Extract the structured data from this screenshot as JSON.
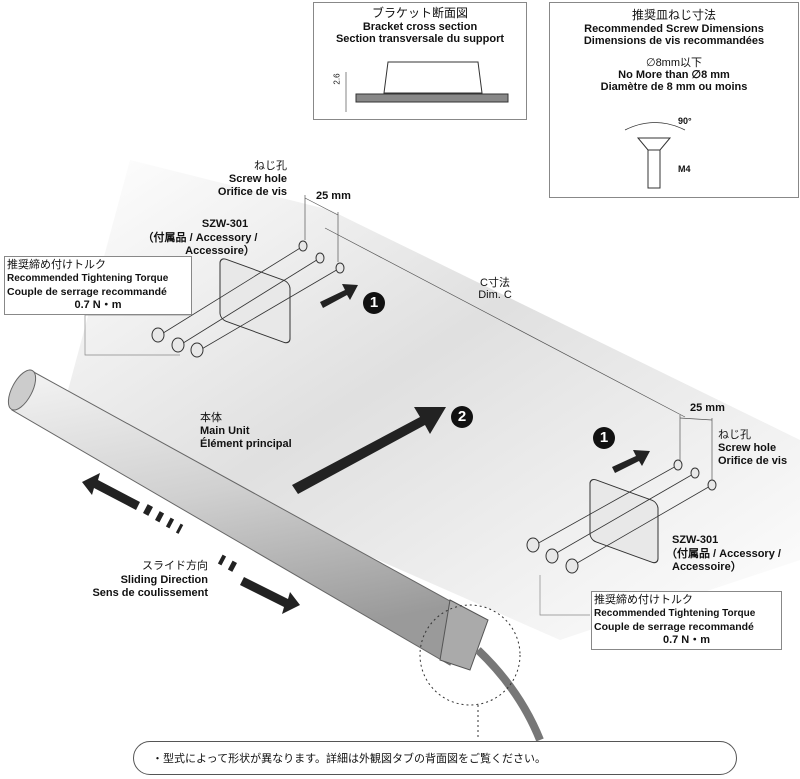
{
  "bracket_section": {
    "title_jp": "ブラケット断面図",
    "title_en": "Bracket cross section",
    "title_fr": "Section transversale du support",
    "dim": "2.6"
  },
  "screw_dims": {
    "title_jp": "推奨皿ねじ寸法",
    "title_en": "Recommended Screw Dimensions",
    "title_fr": "Dimensions de vis recommandées",
    "dia_jp": "∅8mm以下",
    "dia_en": "No More than ∅8 mm",
    "dia_fr": "Diamètre de 8 mm ou moins",
    "angle": "90°",
    "thread": "M4"
  },
  "left_bracket": {
    "hole_jp": "ねじ孔",
    "hole_en": "Screw hole",
    "hole_fr": "Orifice de vis",
    "pitch": "25 mm",
    "model": "SZW-301",
    "acc_line1": "（付属品 / Accessory /",
    "acc_line2": "Accessoire）",
    "step": "1"
  },
  "right_bracket": {
    "hole_jp": "ねじ孔",
    "hole_en": "Screw hole",
    "hole_fr": "Orifice de vis",
    "pitch": "25 mm",
    "model": "SZW-301",
    "acc_line1": "（付属品 / Accessory /",
    "acc_line2": "Accessoire）",
    "step": "1"
  },
  "torque_left": {
    "jp": "推奨締め付けトルク",
    "en": "Recommended Tightening Torque",
    "fr": "Couple de serrage recommandé",
    "value": "0.7 N・m"
  },
  "torque_right": {
    "jp": "推奨締め付けトルク",
    "en": "Recommended Tightening Torque",
    "fr": "Couple de serrage recommandé",
    "value": "0.7 N・m"
  },
  "dim_c": {
    "jp": "C寸法",
    "en": "Dim. C"
  },
  "main_unit": {
    "jp": "本体",
    "en": "Main Unit",
    "fr": "Élément principal",
    "step": "2"
  },
  "slide": {
    "jp": "スライド方向",
    "en": "Sliding Direction",
    "fr": "Sens de coulissement"
  },
  "note": "・型式によって形状が異なります。詳細は外観図タブの背面図をご覧ください。"
}
